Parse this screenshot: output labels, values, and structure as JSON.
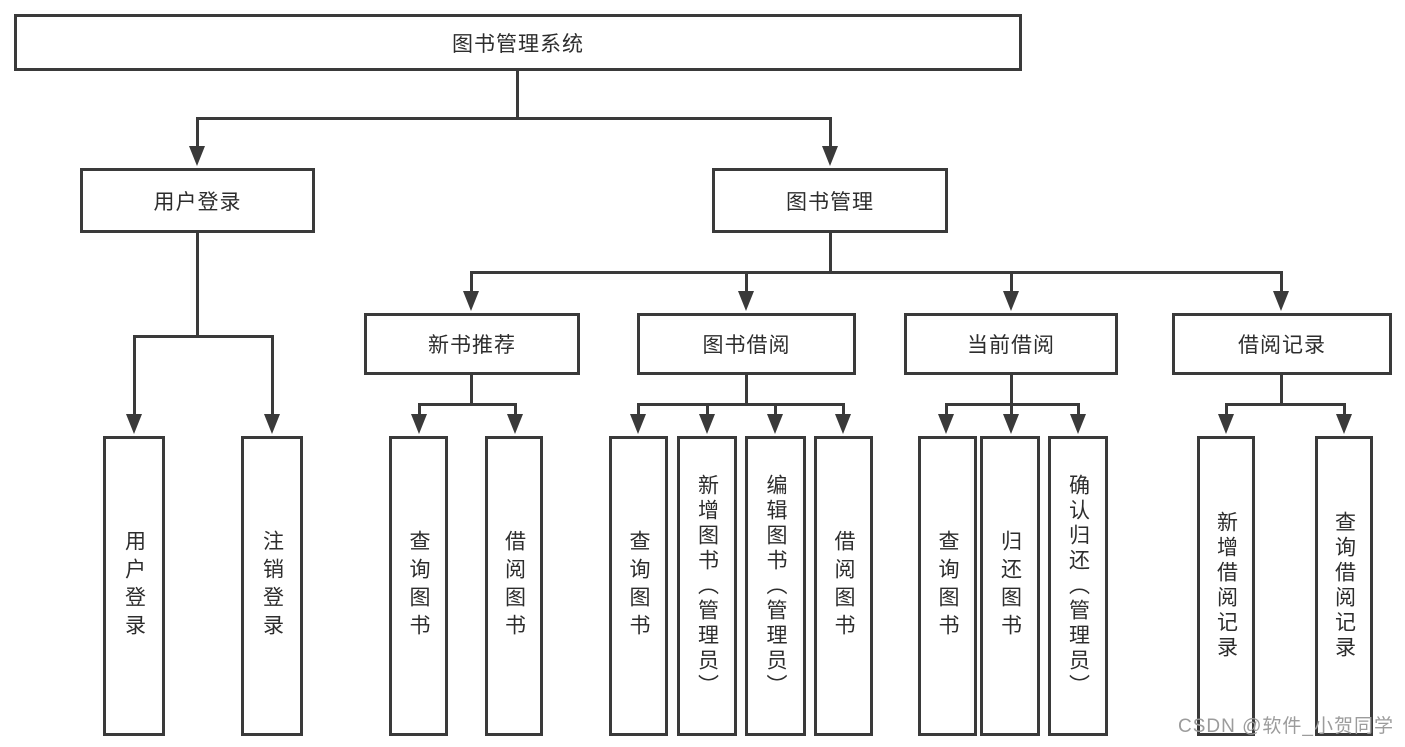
{
  "diagram": {
    "root_label": "图书管理系统",
    "level2": [
      "用户登录",
      "图书管理"
    ],
    "level3": [
      "新书推荐",
      "图书借阅",
      "当前借阅",
      "借阅记录"
    ],
    "groups": {
      "user_login": [
        "用户登录",
        "注销登录"
      ],
      "new_book_recommend": [
        "查询图书",
        "借阅图书"
      ],
      "book_borrow": [
        "查询图书",
        "新增图书（管理员）",
        "编辑图书（管理员）",
        "借阅图书"
      ],
      "current_borrow": [
        "查询图书",
        "归还图书",
        "确认归还（管理员）"
      ],
      "borrow_records": [
        "新增借阅记录",
        "查询借阅记录"
      ]
    },
    "watermark": "CSDN @软件_小贺同学",
    "colors": {
      "line": "#3a3a3a",
      "box_border": "#3a3a3a",
      "box_fill": "#ffffff",
      "background": "#ffffff",
      "watermark": "#9c9c9c"
    }
  }
}
